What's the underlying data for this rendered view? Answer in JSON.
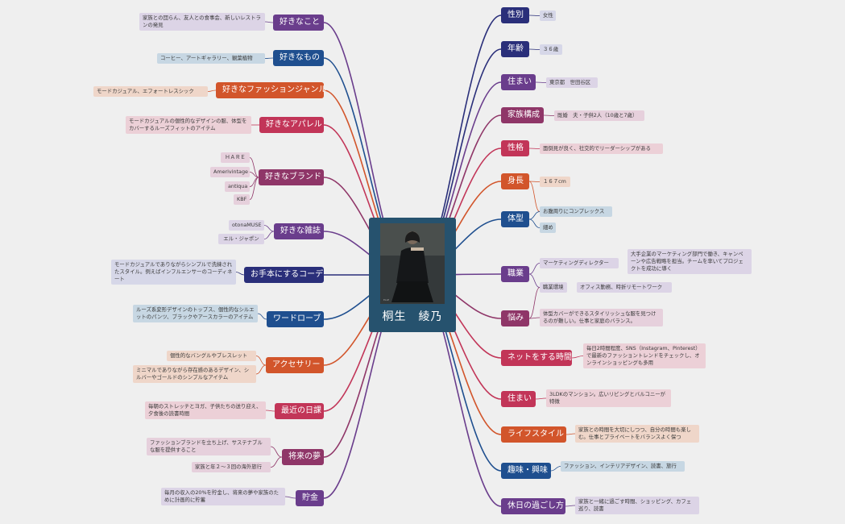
{
  "center": {
    "name": "桐生　綾乃",
    "photo": "portrait-photo"
  },
  "colors": {
    "purple": "#6a3d8c",
    "blue": "#1f4f8f",
    "orange": "#d2552b",
    "crimson": "#c23558",
    "magenta": "#8f3668",
    "navy": "#2a2f7a",
    "lightblue": "#c7d7e3"
  },
  "left": {
    "favorite_things": {
      "label": "好きなこと",
      "items": [
        "家族との団らん、友人との食事会、新しいレストランの発見"
      ]
    },
    "favorite_objects": {
      "label": "好きなもの",
      "items": [
        "コーヒー、アートギャラリー、観葉植物"
      ]
    },
    "favorite_fashion_genre": {
      "label": "好きなファッションジャンル",
      "items": [
        "モードカジュアル、エフォートレスシック"
      ]
    },
    "favorite_apparel": {
      "label": "好きなアパレル",
      "items": [
        "モードカジュアルの個性的なデザインの服、体型をカバーするルーズフィットのアイテム"
      ]
    },
    "favorite_brands": {
      "label": "好きなブランド",
      "items": [
        "ＨＡＲＥ",
        "Amerivintage",
        "antiqua",
        "KBF"
      ]
    },
    "favorite_magazines": {
      "label": "好きな雑誌",
      "items": [
        "otonaMUSE",
        "エル・ジャポン"
      ]
    },
    "model_coordination": {
      "label": "お手本にするコーデ",
      "items": [
        "モードカジュアルでありながらシンプルで洗練されたスタイル。例えばインフルエンサーのコーディネート"
      ]
    },
    "wardrobe": {
      "label": "ワードローブ",
      "items": [
        "ルーズ系変形デザインのトップス、個性的なシルエットのパンツ、ブラックやアースカラーのアイテム"
      ]
    },
    "accessories": {
      "label": "アクセサリー",
      "items": [
        "個性的なバングルやブレスレット",
        "ミニマルでありながら存在感のあるデザイン、シルバーやゴールドのシンプルなアイテム"
      ]
    },
    "recent_routine": {
      "label": "最近の日課",
      "items": [
        "毎朝のストレッチとヨガ、子供たちの送り迎え、夕食後の読書時間"
      ]
    },
    "future_dream": {
      "label": "将来の夢",
      "items": [
        "ファッションブランドを立ち上げ、サステナブルな服を提供すること",
        "家族と年２〜３回の海外旅行"
      ]
    },
    "savings": {
      "label": "貯金",
      "items": [
        "毎月の収入の20%を貯金し、将来の夢や家族のために計画的に貯蓄"
      ]
    }
  },
  "right": {
    "gender": {
      "label": "性別",
      "items": [
        "女性"
      ]
    },
    "age": {
      "label": "年齢",
      "items": [
        "３６歳"
      ]
    },
    "residence": {
      "label": "住まい",
      "items": [
        "東京都　世田谷区"
      ]
    },
    "family": {
      "label": "家族構成",
      "items": [
        "既婚　夫・子供2人（10歳と7歳）"
      ]
    },
    "personality": {
      "label": "性格",
      "items": [
        "面倒見が良く、社交的でリーダーシップがある"
      ]
    },
    "height": {
      "label": "身長",
      "items": [
        "１６７cm"
      ]
    },
    "body_type": {
      "label": "体型",
      "items": [
        "お腹周りにコンプレックス",
        "細め"
      ]
    },
    "job": {
      "label": "職業",
      "sub": [
        {
          "label": "マーケティングディレクター",
          "detail": "大手企業のマーケティング部門で働き、キャンペーンや広告戦略を担当。チームを率いてプロジェクトを成功に導く"
        },
        {
          "label": "職業環境",
          "detail": "オフィス勤務、時折リモートワーク"
        }
      ]
    },
    "worries": {
      "label": "悩み",
      "items": [
        "体型カバーができるスタイリッシュな服を見つけるのが難しい。仕事と家庭のバランス。"
      ]
    },
    "net_time": {
      "label": "ネットをする時間",
      "items": [
        "毎日2時間程度、SNS（Instagram、Pinterest）で最新のファッショントレンドをチェックし、オンラインショッピングも多用"
      ]
    },
    "home": {
      "label": "住まい",
      "items": [
        "3LDKのマンション。広いリビングとバルコニーが特徴"
      ]
    },
    "lifestyle": {
      "label": "ライフスタイル",
      "items": [
        "家族との時間を大切にしつつ、自分の時間も楽しむ。仕事とプライベートをバランスよく保つ"
      ]
    },
    "hobbies": {
      "label": "趣味・興味",
      "items": [
        "ファッション、インテリアデザイン、読書、旅行"
      ]
    },
    "holiday": {
      "label": "休日の過ごし方",
      "items": [
        "家族と一緒に過ごす時間、ショッピング、カフェ巡り、読書"
      ]
    }
  }
}
